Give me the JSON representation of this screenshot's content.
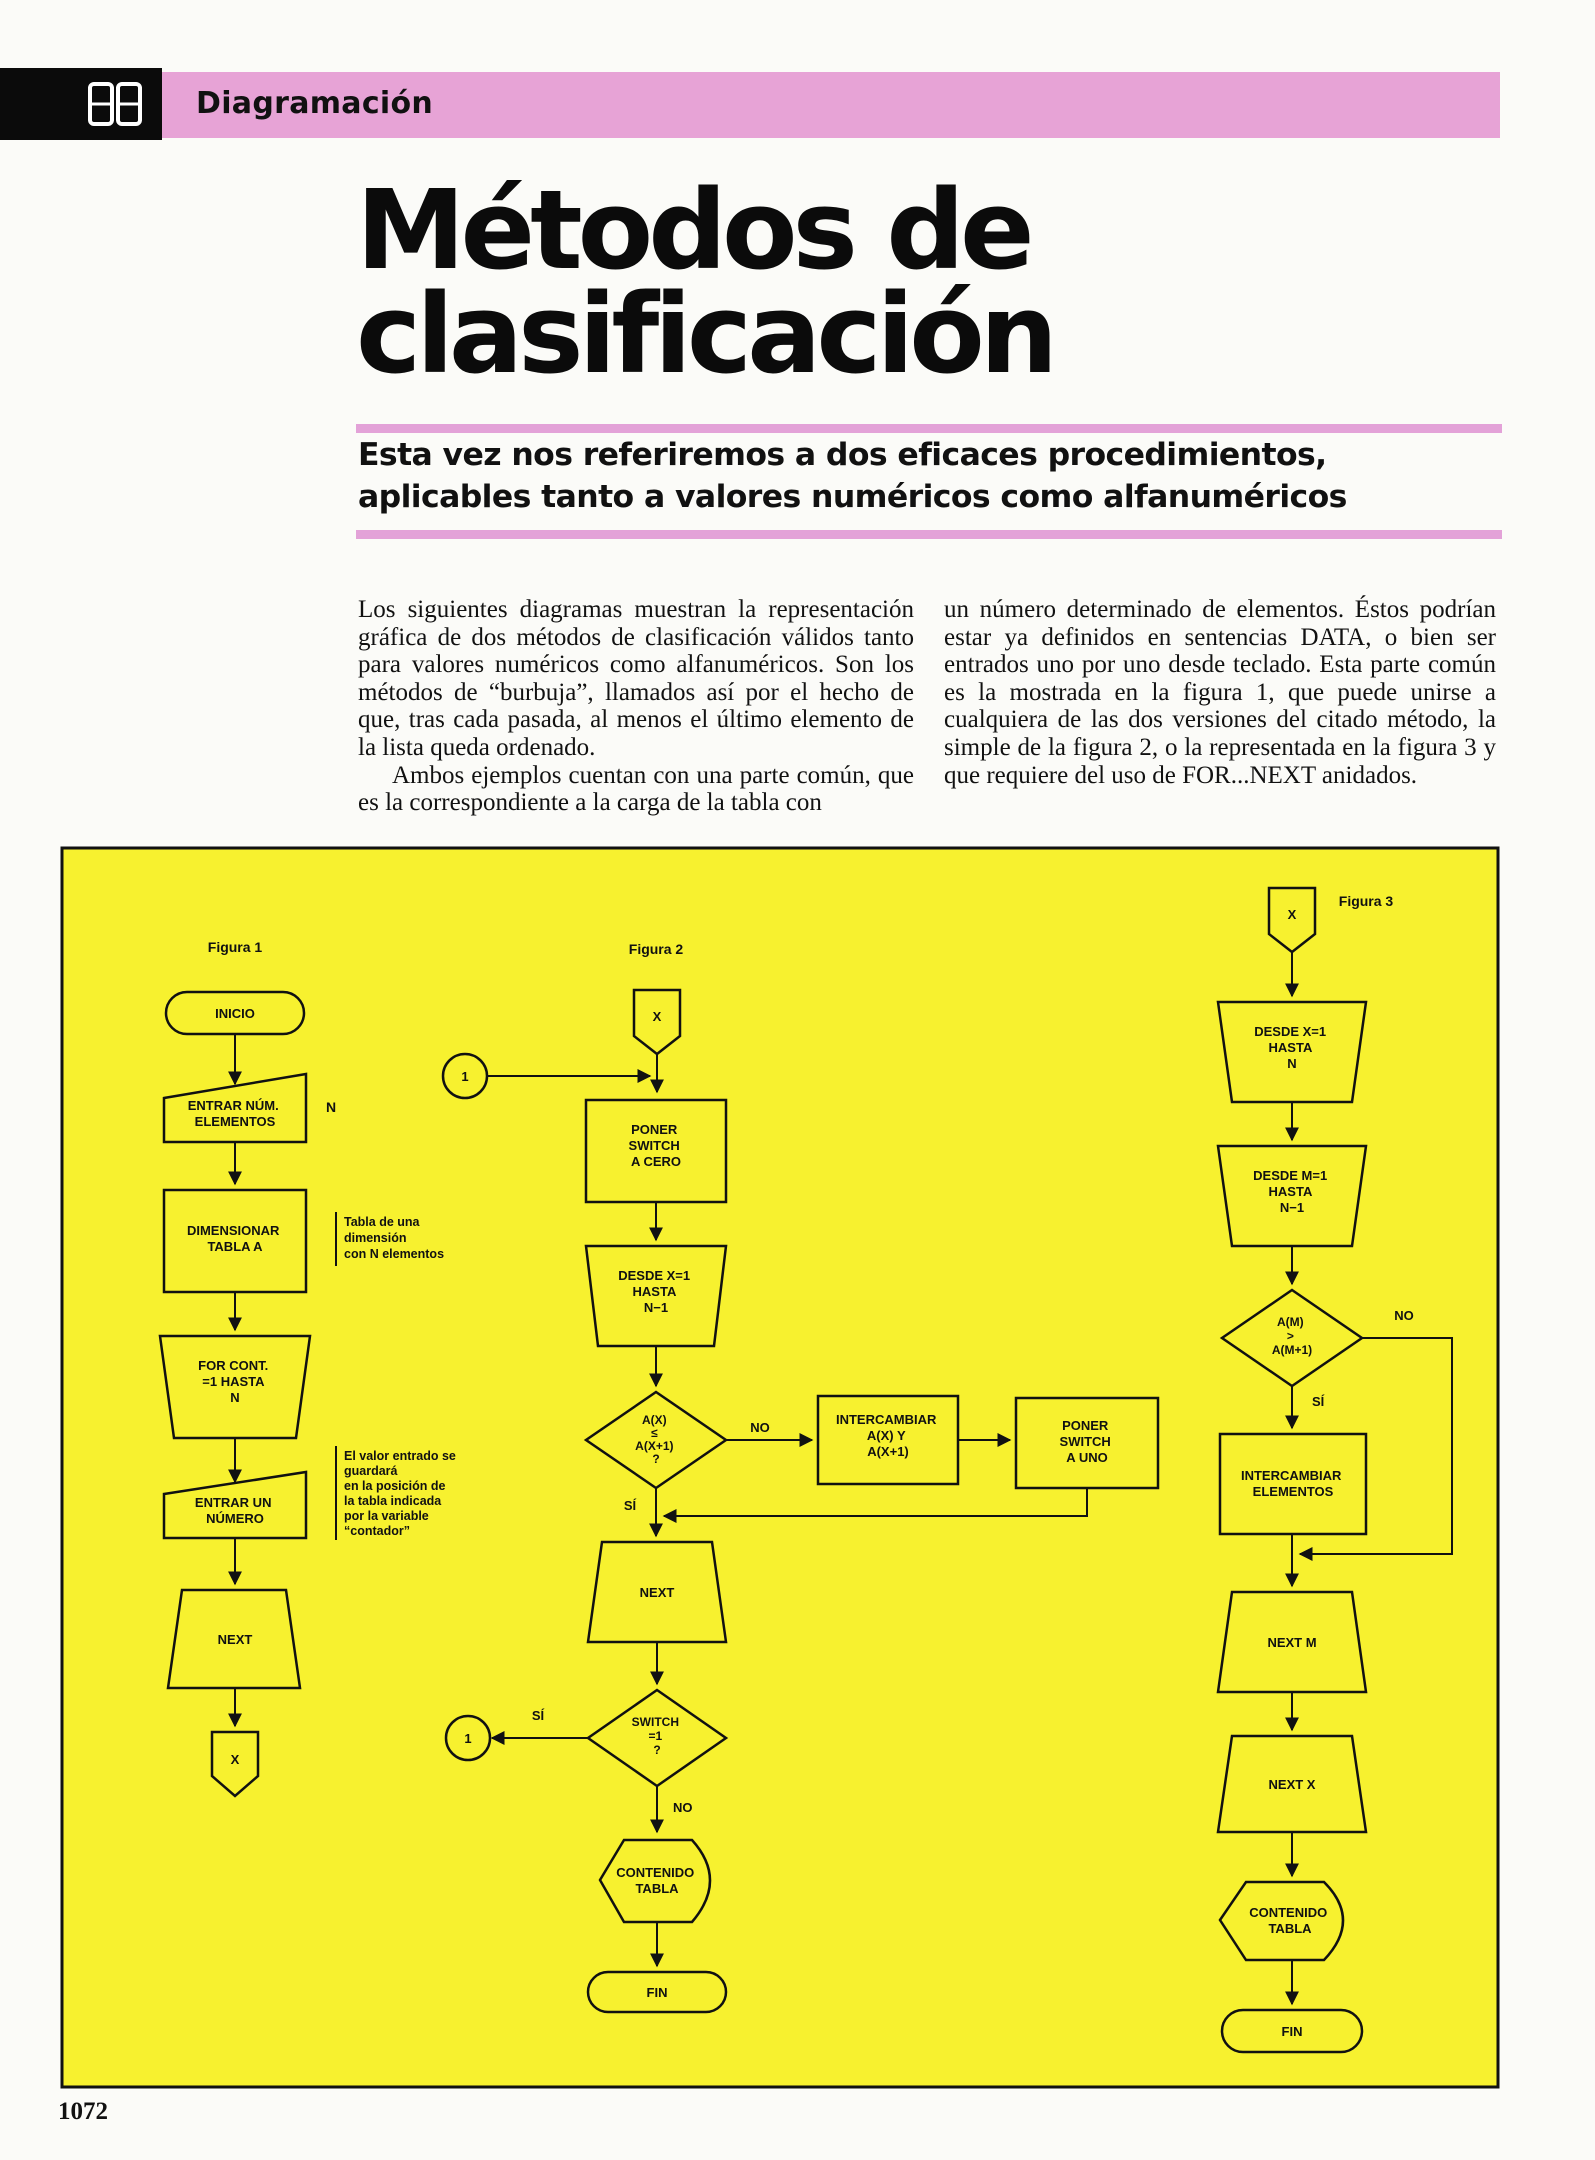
{
  "header": {
    "section": "Diagramación",
    "logo_icon": "double-square-icon"
  },
  "title_lines": [
    "Métodos de",
    "clasificación"
  ],
  "subtitle_lines": [
    "Esta vez nos referiremos a dos eficaces procedimientos,",
    "aplicables tanto a valores numéricos como alfanuméricos"
  ],
  "body": {
    "col1": [
      "Los siguientes diagramas muestran la representación gráfica de dos métodos de clasificación válidos tanto para valores numéricos como alfanuméricos. Son los métodos de “burbuja”, llamados así por el hecho de que, tras cada pasada, al menos el último elemento de la lista queda ordenado.",
      "Ambos ejemplos cuentan con una parte común, que es la correspondiente a la carga de la tabla con"
    ],
    "col2": [
      "un número determinado de elementos. Éstos podrían estar ya definidos en sentencias DATA, o bien ser entrados uno por uno desde teclado. Esta parte común es la mostrada en la figura 1, que puede unirse a cualquiera de las dos versiones del citado método, la simple de la figura 2, o la representada en la figura 3 y que requiere del uso de FOR...NEXT anidados."
    ]
  },
  "figure": {
    "background_color": "#f7f12f",
    "fig1": {
      "label": "Figura 1",
      "start": "INICIO",
      "input_count": [
        "ENTRAR NÚM.",
        "ELEMENTOS"
      ],
      "input_count_var": "N",
      "dimension": [
        "DIMENSIONAR",
        "TABLA A"
      ],
      "dimension_note": [
        "Tabla de una",
        "dimensión",
        "con N elementos"
      ],
      "loop": [
        "FOR CONT.",
        "=1 HASTA",
        "N"
      ],
      "input_number": [
        "ENTRAR UN",
        "NÚMERO"
      ],
      "input_note": [
        "El valor entrado se",
        "guardará",
        "en la posición de",
        "la tabla indicada",
        "por la variable",
        "“contador”"
      ],
      "next": "NEXT",
      "connector": "X"
    },
    "fig2": {
      "label": "Figura 2",
      "entry": "X",
      "connector": "1",
      "set_switch": [
        "PONER",
        "SWITCH",
        "A CERO"
      ],
      "loop": [
        "DESDE X=1",
        "HASTA",
        "N−1"
      ],
      "decision": [
        "A(X)",
        "≤",
        "A(X+1)",
        "?"
      ],
      "no": "NO",
      "yes": "SÍ",
      "swap": [
        "INTERCAMBIAR",
        "A(X) Y",
        "A(X+1)"
      ],
      "set_one": [
        "PONER",
        "SWITCH",
        "A UNO"
      ],
      "next": "NEXT",
      "switch_test": [
        "SWITCH",
        "=1",
        "?"
      ],
      "yes2": "SÍ",
      "no2": "NO",
      "connector2": "1",
      "output": [
        "CONTENIDO",
        "TABLA"
      ],
      "end": "FIN"
    },
    "fig3": {
      "label": "Figura 3",
      "entry": "X",
      "outer_loop": [
        "DESDE X=1",
        "HASTA",
        "N"
      ],
      "inner_loop": [
        "DESDE M=1",
        "HASTA",
        "N−1"
      ],
      "decision": [
        "A(M)",
        ">",
        "A(M+1)"
      ],
      "no": "NO",
      "yes": "SÍ",
      "swap": [
        "INTERCAMBIAR",
        "ELEMENTOS"
      ],
      "next_m": "NEXT M",
      "next_x": "NEXT X",
      "output": [
        "CONTENIDO",
        "TABLA"
      ],
      "end": "FIN"
    }
  },
  "page_number": "1072"
}
